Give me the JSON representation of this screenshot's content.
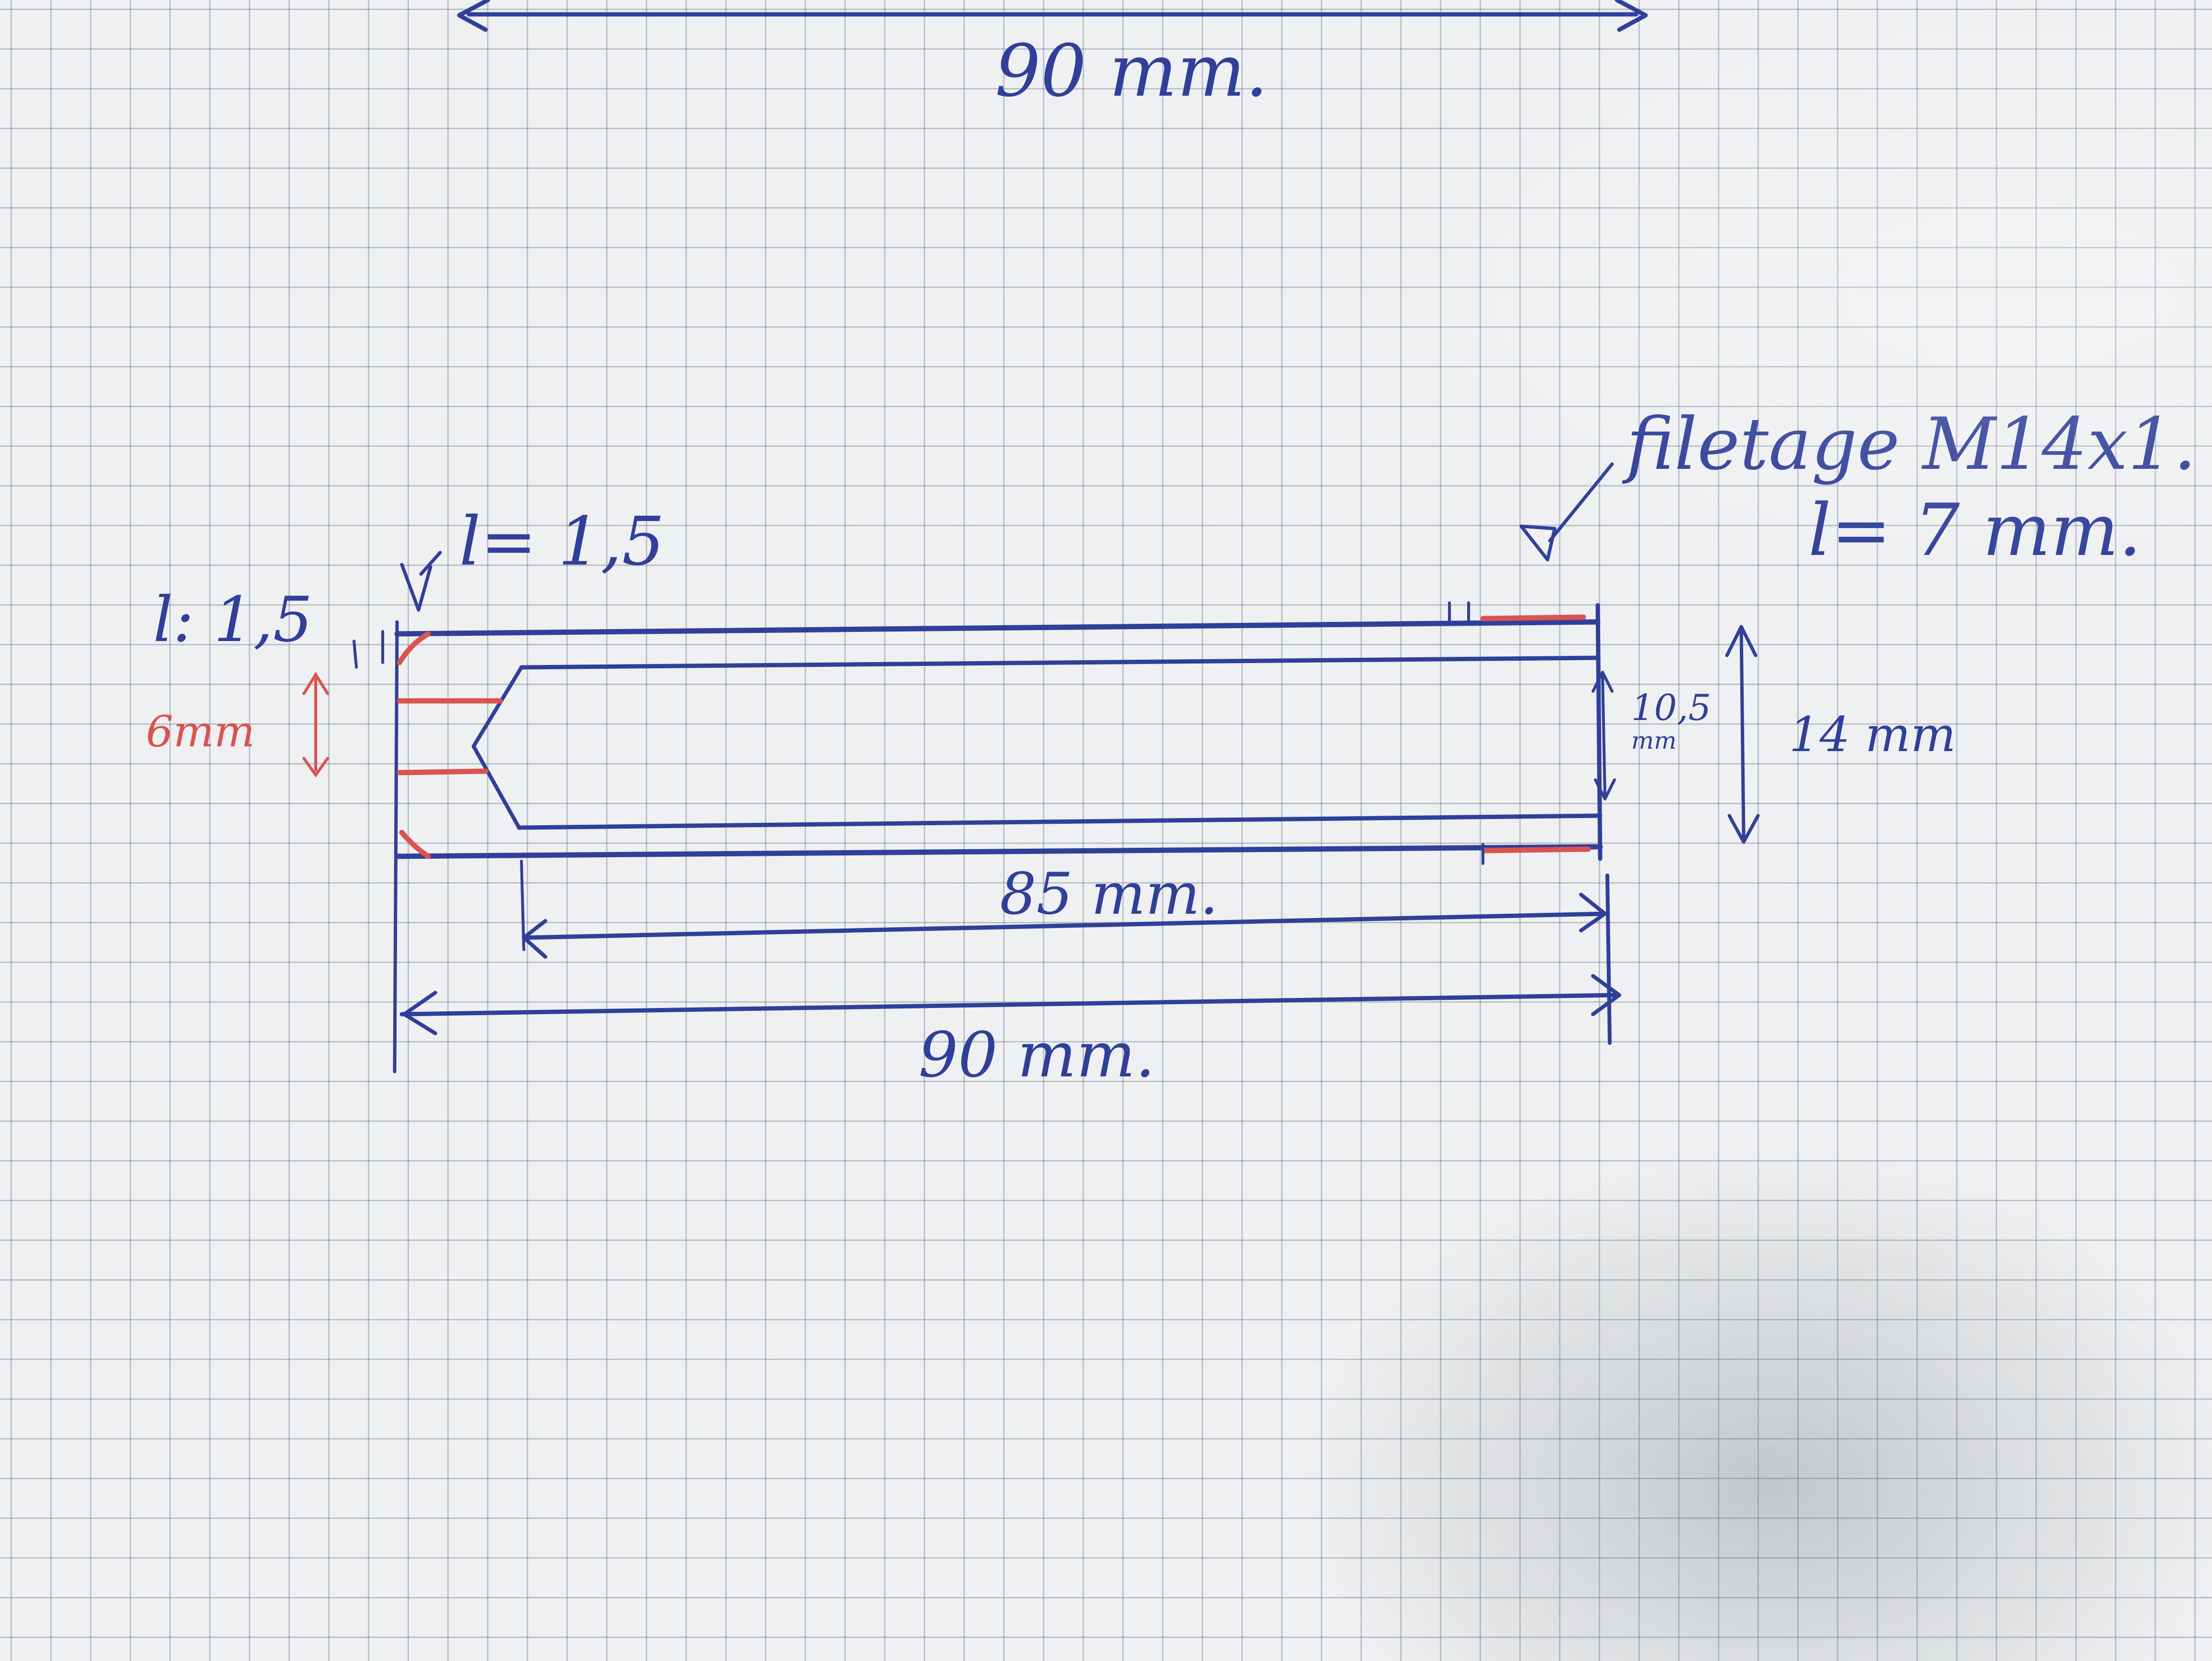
{
  "labels": {
    "top_length": "90 mm.",
    "chamfer_left": "l: 1,5",
    "chamfer_top": "l= 1,5",
    "hole_diameter": "6mm",
    "thread_spec": "filetage M14x1.",
    "thread_length": "l= 7 mm.",
    "inner_diameter_value": "10,5",
    "inner_diameter_unit": "mm",
    "outer_diameter": "14 mm",
    "inner_length": "85 mm.",
    "total_length": "90 mm."
  },
  "colors": {
    "ink_blue": "#2f3f9a",
    "ink_red": "#d9534f",
    "paper": "#eef0f1",
    "grid": "#5f6e82"
  }
}
